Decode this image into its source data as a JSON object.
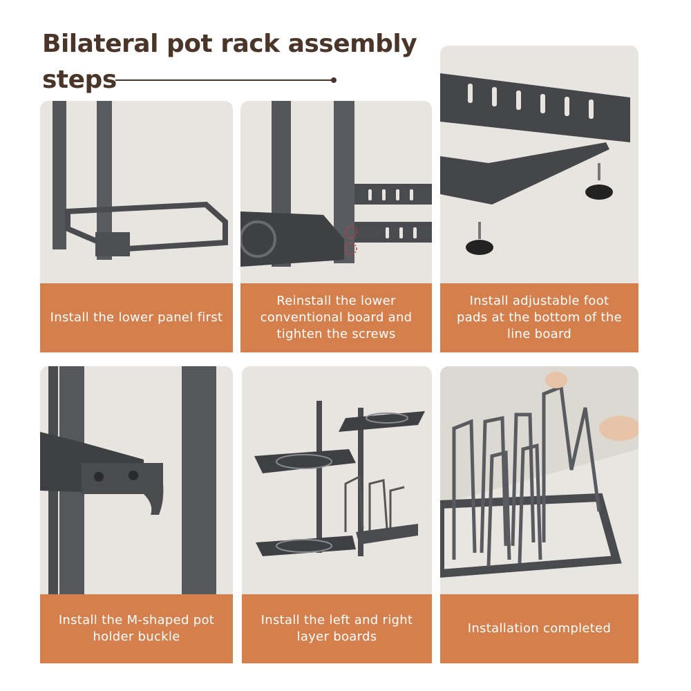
{
  "title": {
    "line1": "Bilateral pot rack assembly",
    "line2": "steps"
  },
  "steps": [
    {
      "caption": "Install the lower panel first"
    },
    {
      "caption": "Reinstall the lower conventional board and tighten the screws"
    },
    {
      "caption": "Install adjustable foot pads at the bottom of the line board"
    },
    {
      "caption": "Install the M-shaped pot holder buckle"
    },
    {
      "caption": "Install the left and right layer boards"
    },
    {
      "caption": "Installation completed"
    }
  ],
  "colors": {
    "title": "#4a3528",
    "caption_bg": "#d47f4c",
    "image_bg": "#e8e5e0",
    "metal": "#4a4b4f"
  }
}
